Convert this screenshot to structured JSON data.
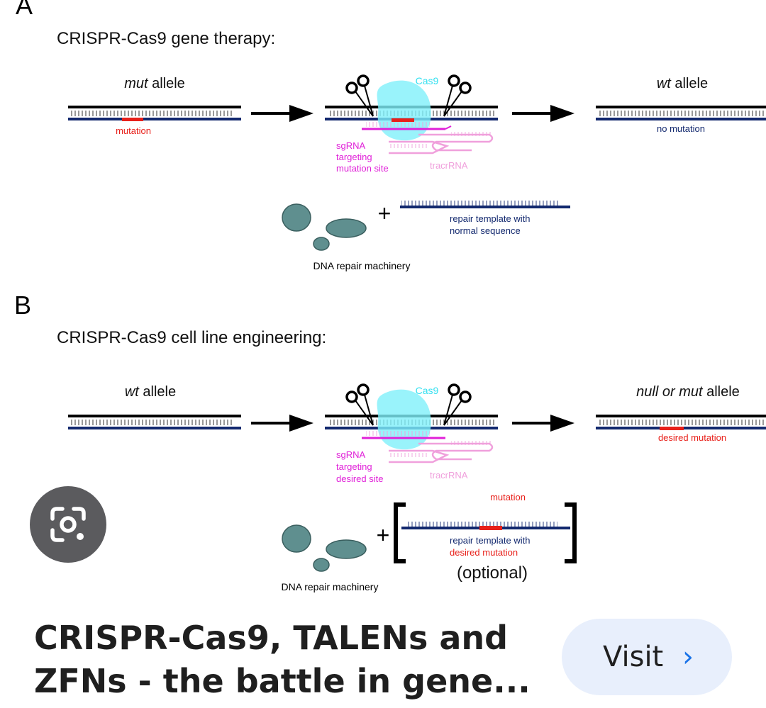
{
  "figure": {
    "panel_a": {
      "letter": "A",
      "title": "CRISPR-Cas9 gene therapy:",
      "left_allele_italic": "mut",
      "left_allele_rest": " allele",
      "left_mark": "mutation",
      "cas9": "Cas9",
      "sgrna_lines": [
        "sgRNA",
        "targeting",
        "mutation site"
      ],
      "tracrrna": "tracrRNA",
      "right_allele_italic": "wt",
      "right_allele_rest": " allele",
      "right_mark": "no mutation",
      "plus": "+",
      "template_lines": [
        "repair template with",
        "normal sequence"
      ],
      "repair_machinery": "DNA repair machinery"
    },
    "panel_b": {
      "letter": "B",
      "title": "CRISPR-Cas9 cell line engineering:",
      "left_allele_italic": "wt",
      "left_allele_rest": " allele",
      "cas9": "Cas9",
      "sgrna_lines": [
        "sgRNA",
        "targeting",
        "desired site"
      ],
      "tracrrna": "tracrRNA",
      "right_allele_italic": "null or mut",
      "right_allele_rest": " allele",
      "right_mark": "desired mutation",
      "template_mutation": "mutation",
      "plus": "+",
      "template_line1": "repair template with",
      "template_line2": "desired mutation",
      "optional": "(optional)",
      "repair_machinery": "DNA repair machinery"
    },
    "colors": {
      "dna_top": "#000000",
      "dna_bottom": "#12286e",
      "mutation": "#e8201a",
      "cas9": "#7ff0fa",
      "cas9_label": "#33e0f0",
      "sgrna": "#e020d8",
      "tracrrna": "#f0a0dc",
      "repair_protein": "#5f8f8f"
    }
  },
  "lens": {
    "icon": "google-lens-camera-icon"
  },
  "result": {
    "title_line1": "CRISPR-Cas9, TALENs and",
    "title_line2": "ZFNs - the battle in gene...",
    "visit_label": "Visit",
    "visit_icon": "chevron-right-icon"
  }
}
